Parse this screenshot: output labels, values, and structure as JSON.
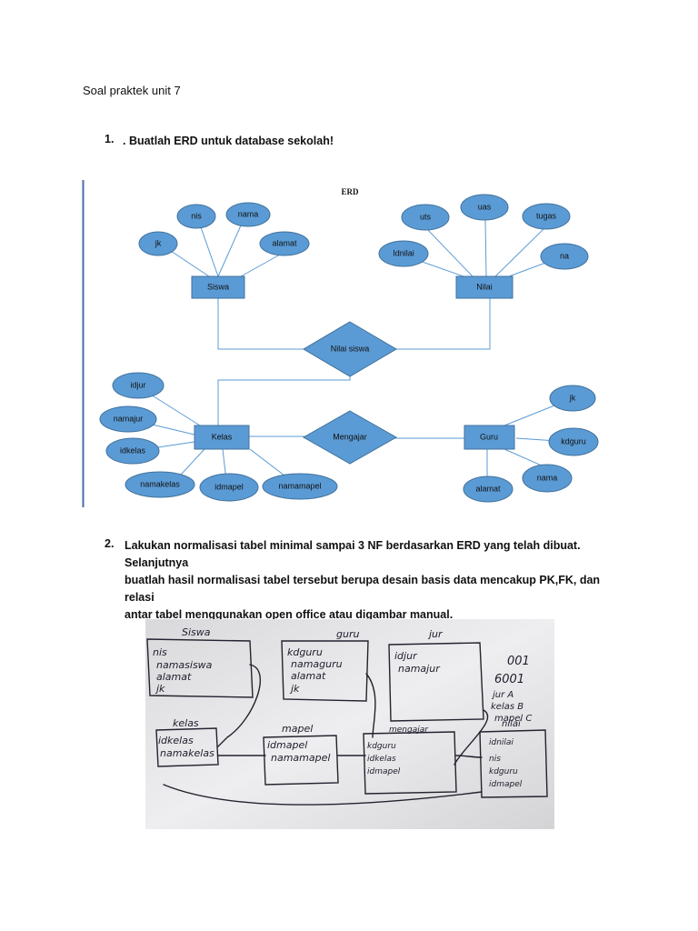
{
  "document": {
    "title": "Soal praktek unit 7",
    "q1": {
      "number": "1.",
      "text": ". Buatlah ERD untuk database sekolah!"
    },
    "q2": {
      "number": "2.",
      "lines": [
        "Lakukan normalisasi tabel minimal sampai 3 NF berdasarkan  ERD yang telah dibuat. Selanjutnya",
        "buatlah hasil normalisasi tabel tersebut berupa desain basis data mencakup PK,FK, dan relasi",
        "antar tabel menggunakan open office atau digambar manual."
      ]
    }
  },
  "erd": {
    "title": "ERD",
    "colors": {
      "shape_fill": "#5b9bd5",
      "shape_stroke": "#41719c",
      "line": "#5b9bd5"
    },
    "entities": {
      "siswa": "Siswa",
      "nilai": "Nilai",
      "kelas": "Kelas",
      "guru": "Guru"
    },
    "relations": {
      "nilai_siswa": "Nilai siswa",
      "mengajar": "Mengajar"
    },
    "attributes": {
      "siswa_nis": "nis",
      "siswa_nama": "nama",
      "siswa_jk": "jk",
      "siswa_alamat": "alamat",
      "nilai_uts": "uts",
      "nilai_uas": "uas",
      "nilai_tugas": "tugas",
      "nilai_idnilai": "Idnilai",
      "nilai_na": "na",
      "kelas_idjur": "idjur",
      "kelas_namajur": "namajur",
      "kelas_idkelas": "idkelas",
      "kelas_namakelas": "namakelas",
      "kelas_idmapel": "idmapel",
      "kelas_namamapel": "namamapel",
      "guru_jk": "jk",
      "guru_kdguru": "kdguru",
      "guru_nama": "nama",
      "guru_alamat": "alamat"
    }
  },
  "handwriting": {
    "siswa": {
      "title": "Siswa",
      "rows": [
        "nis",
        "namasiswa",
        "alamat",
        "jk"
      ]
    },
    "guru": {
      "title": "guru",
      "rows": [
        "kdguru",
        "namaguru",
        "alamat",
        "jk"
      ]
    },
    "jur": {
      "title": "jur",
      "rows": [
        "idjur",
        "namajur"
      ]
    },
    "kelas": {
      "title": "kelas",
      "rows": [
        "idkelas",
        "namakelas"
      ]
    },
    "mapel": {
      "title": "mapel",
      "rows": [
        "idmapel",
        "namamapel"
      ]
    },
    "mengajar": {
      "title": "mengajar",
      "rows": [
        "kdguru",
        "idkelas",
        "idmapel"
      ]
    },
    "nilai": {
      "title": "nilai",
      "rows": [
        "idnilai",
        "nis",
        "kdguru",
        "idmapel"
      ]
    },
    "note": [
      "001",
      "6001",
      "jur A",
      "kelas B",
      "mapel C"
    ]
  }
}
